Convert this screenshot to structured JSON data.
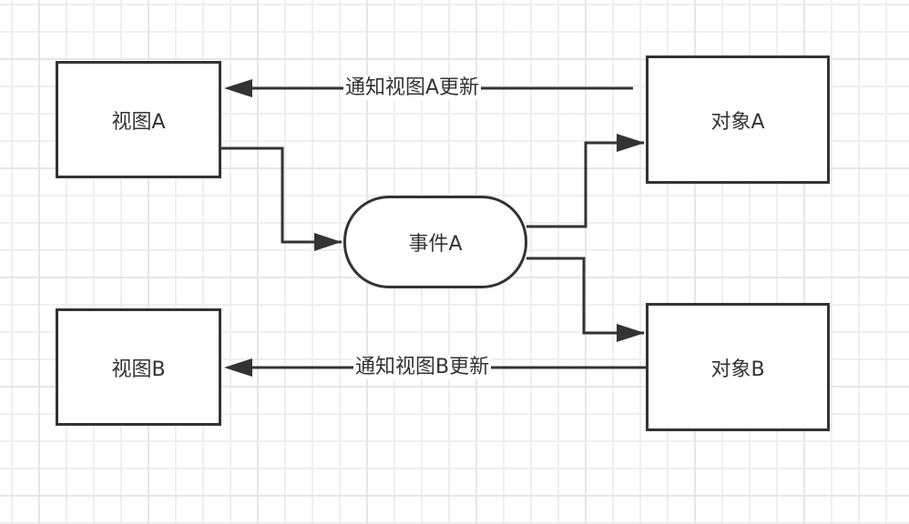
{
  "diagram": {
    "nodes": {
      "view_a": {
        "label": "视图A",
        "shape": "rectangle"
      },
      "view_b": {
        "label": "视图B",
        "shape": "rectangle"
      },
      "event_a": {
        "label": "事件A",
        "shape": "rounded-pill"
      },
      "object_a": {
        "label": "对象A",
        "shape": "rectangle"
      },
      "object_b": {
        "label": "对象B",
        "shape": "rectangle"
      }
    },
    "edges": [
      {
        "from": "view_a",
        "to": "event_a",
        "label": ""
      },
      {
        "from": "event_a",
        "to": "object_a",
        "label": ""
      },
      {
        "from": "event_a",
        "to": "object_b",
        "label": ""
      },
      {
        "from": "object_a",
        "to": "view_a",
        "label": "通知视图A更新"
      },
      {
        "from": "object_b",
        "to": "view_b",
        "label": "通知视图B更新"
      }
    ],
    "colors": {
      "stroke": "#333333",
      "grid": "#efefef",
      "background": "#ffffff"
    }
  }
}
